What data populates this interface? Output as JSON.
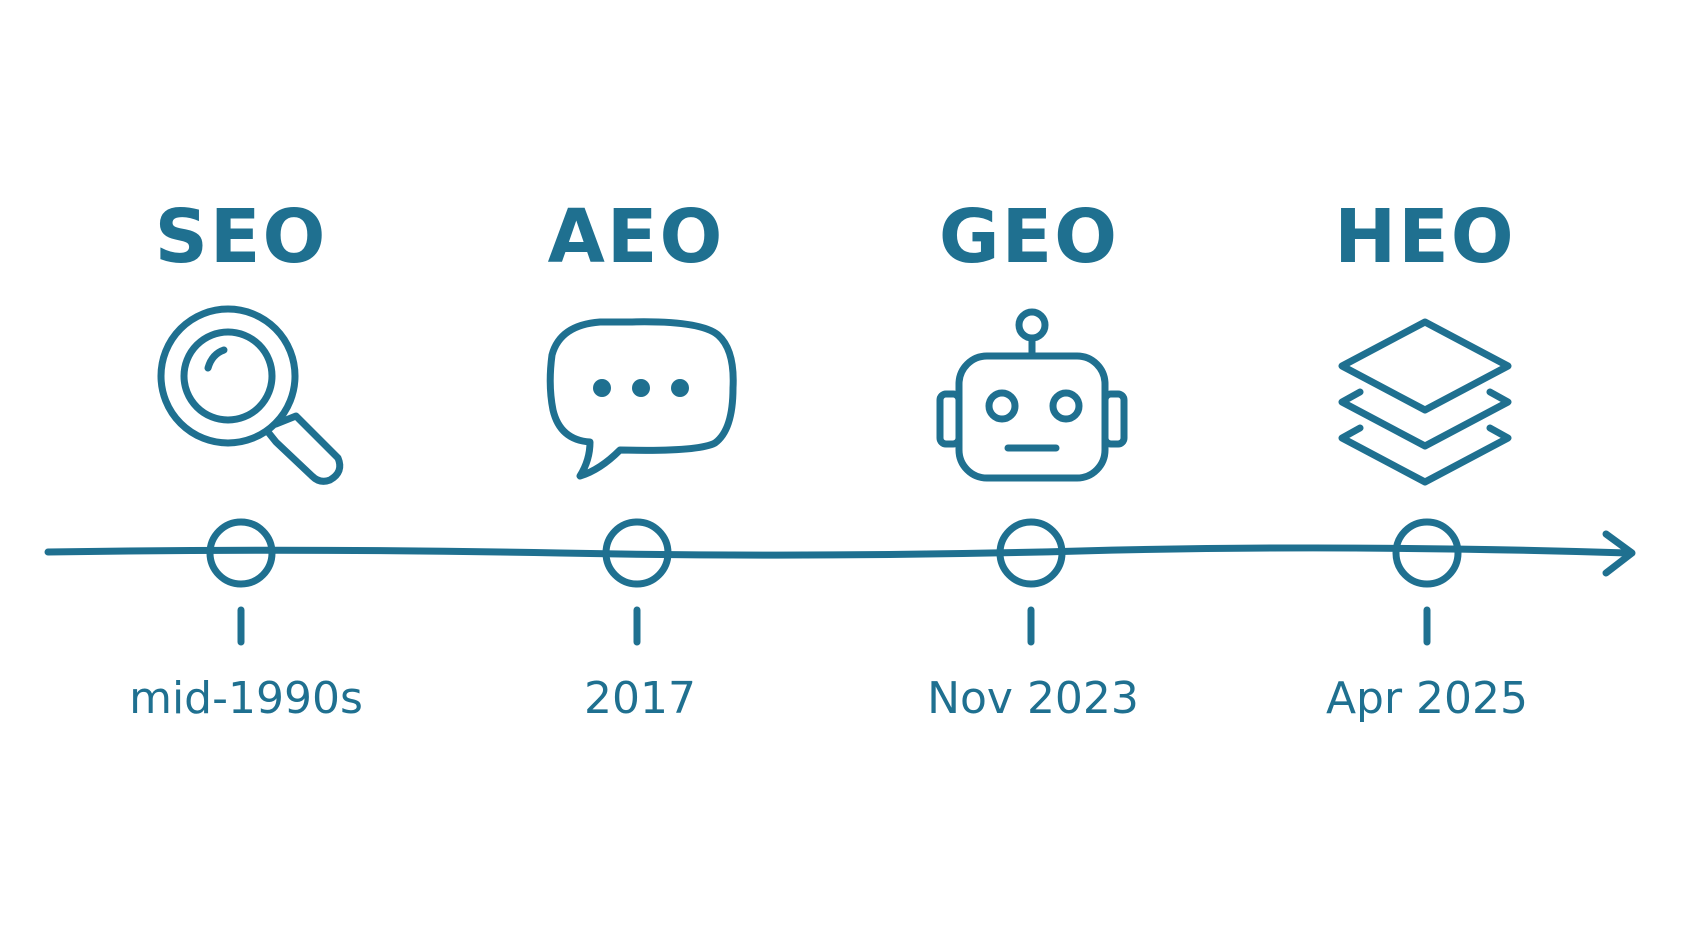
{
  "colors": {
    "ink": "#1f7090",
    "background": "#ffffff"
  },
  "timeline": {
    "direction": "left-to-right",
    "arrow_icon": "arrow-right-icon",
    "milestones": [
      {
        "title": "SEO",
        "date": "mid-1990s",
        "icon": "magnifying-glass-icon"
      },
      {
        "title": "AEO",
        "date": "2017",
        "icon": "speech-bubble-icon"
      },
      {
        "title": "GEO",
        "date": "Nov 2023",
        "icon": "robot-icon"
      },
      {
        "title": "HEO",
        "date": "Apr 2025",
        "icon": "layers-icon"
      }
    ]
  }
}
